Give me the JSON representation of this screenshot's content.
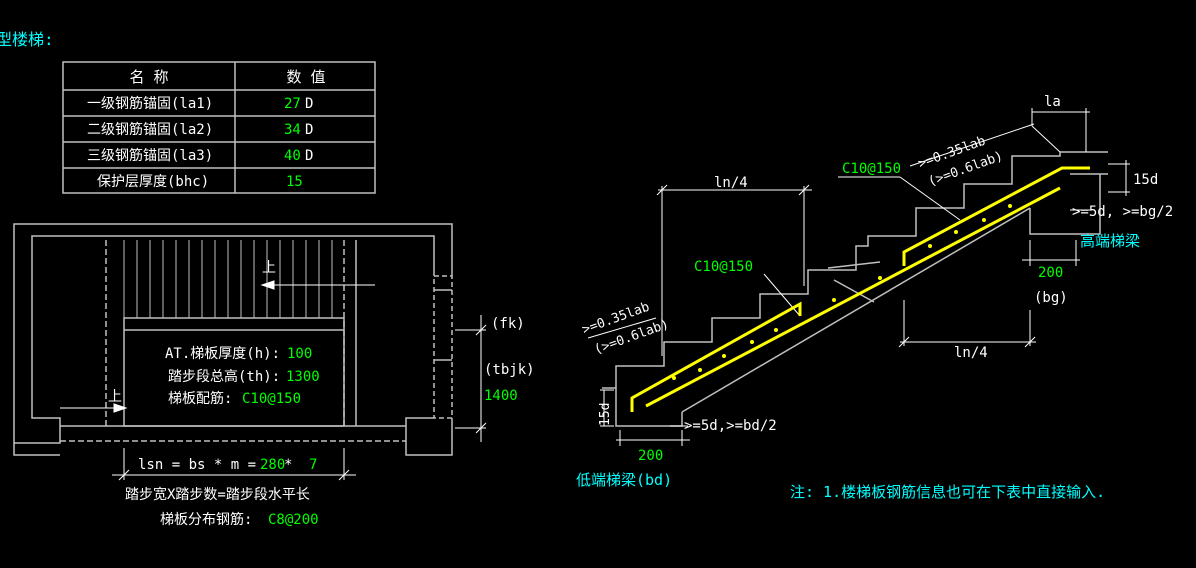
{
  "title": "型楼梯:",
  "colors": {
    "background": "#000000",
    "line": "#ffffff",
    "cyan": "#00ffff",
    "green": "#00ff00",
    "yellow": "#ffff00",
    "gray": "#bfbfbf"
  },
  "table": {
    "headers": [
      "名 称",
      "数 值"
    ],
    "rows": [
      {
        "name": "一级钢筋锚固(la1)",
        "value": "27",
        "unit": "D"
      },
      {
        "name": "二级钢筋锚固(la2)",
        "value": "34",
        "unit": "D"
      },
      {
        "name": "三级钢筋锚固(la3)",
        "value": "40",
        "unit": "D"
      },
      {
        "name": "保护层厚度(bhc)",
        "value": "15",
        "unit": ""
      }
    ]
  },
  "plan": {
    "up1": "上",
    "up2": "上",
    "thickness_label": "AT.梯板厚度(h):",
    "thickness_value": "100",
    "height_label": "踏步段总高(th):",
    "height_value": "1300",
    "rebar_label": "梯板配筋:",
    "rebar_value": "C10@150",
    "fk": "(fk)",
    "tbjk": "(tbjk)",
    "tbjk_value": "1400",
    "formula_prefix": "lsn = bs * m = ",
    "formula_bs": "280",
    "formula_mul": " * ",
    "formula_m": "7",
    "formula_desc": "踏步宽X踏步数=踏步段水平长",
    "dist_label": "梯板分布钢筋:",
    "dist_value": "C8@200"
  },
  "section": {
    "la": "la",
    "ln4_top": "ln/4",
    "ln4_bottom": "ln/4",
    "rebar_top": "C10@150",
    "rebar_mid": "C10@150",
    "upper_lab1": ">=0.35lab",
    "upper_lab2": "(>=0.6lab)",
    "lower_lab1": ">=0.35lab",
    "lower_lab2": "(>=0.6lab)",
    "d15_right": "15d",
    "d15_left": "15d",
    "right_anchor": ">=5d, >=bg/2",
    "left_anchor": ">=5d,>=bd/2",
    "high_beam": "高端梯梁",
    "low_beam": "低端梯梁(bd)",
    "bg_value": "200",
    "bg": "(bg)",
    "bd_value": "200"
  },
  "note": "注: 1.楼梯板钢筋信息也可在下表中直接输入."
}
